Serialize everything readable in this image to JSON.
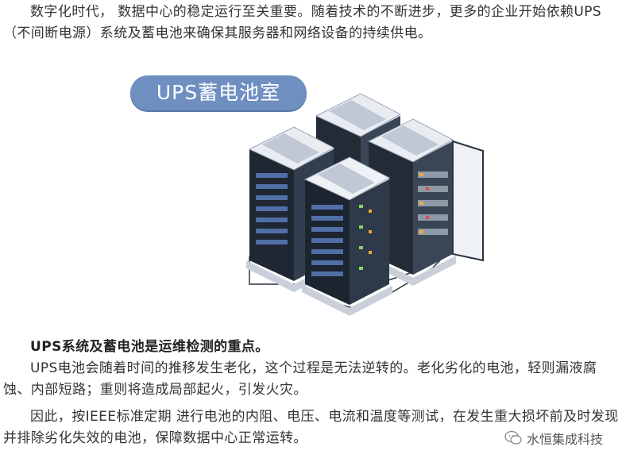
{
  "article": {
    "intro": "数字化时代， 数据中心的稳定运行至关重要。随着技术的不断进步，更多的企业开始依赖UPS（不间断电源）系统及蓄电池来确保其服务器和网络设备的持续供电。",
    "heading": "UPS系统及蓄电池是运维检测的重点。",
    "body1": "UPS电池会随着时间的推移发生老化，这个过程是无法逆转的。老化劣化的电池，轻则漏液腐蚀、内部短路；重则将造成局部起火，引发火灾。",
    "body2": "因此，按IEEE标准定期 进行电池的内阻、电压、电流和温度等测试，在发生重大损坏前及时发现并排除劣化失效的电池，保障数据中心正常运转。"
  },
  "illustration": {
    "badge": "UPS蓄电池室",
    "badge_color": "#6f8fc1",
    "icons": [
      "server-rack-icon"
    ]
  },
  "watermark": {
    "text": "水恒集成科技",
    "icon": "wechat-icon"
  }
}
